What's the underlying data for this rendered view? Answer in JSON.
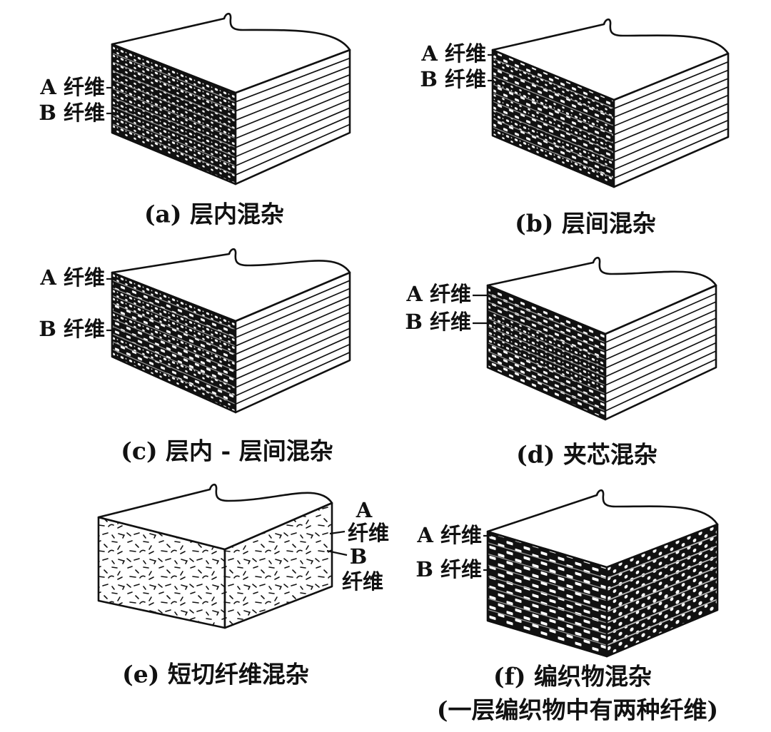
{
  "colors": {
    "ink": "#111111",
    "paper": "#ffffff"
  },
  "panels": [
    {
      "caption": "(a) 层内混杂",
      "labels": [
        "A 纤维",
        "B 纤维"
      ]
    },
    {
      "caption": "(b) 层间混杂",
      "labels": [
        "A 纤维",
        "B 纤维"
      ]
    },
    {
      "caption": "(c) 层内 - 层间混杂",
      "labels": [
        "A 纤维",
        "B 纤维"
      ]
    },
    {
      "caption": "(d) 夹芯混杂",
      "labels": [
        "A 纤维",
        "B 纤维"
      ]
    },
    {
      "caption": "(e) 短切纤维混杂",
      "labels": [
        "A",
        "纤维",
        "B",
        "纤维"
      ]
    },
    {
      "caption": "(f) 编织物混杂",
      "note": "(一层编织物中有两种纤维)",
      "labels": [
        "A 纤维",
        "B 纤维"
      ]
    }
  ]
}
